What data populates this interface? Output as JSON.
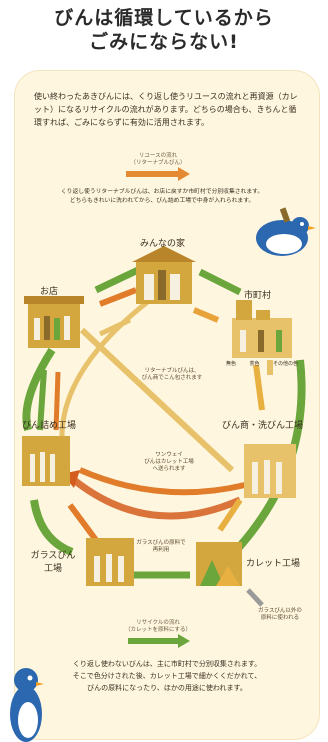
{
  "title": {
    "line1": "びんは循環しているから",
    "line2": "ごみにならない!"
  },
  "intro": "使い終わったあきびんには、くり返し使うリユースの流れと再資源（カレット）になるリサイクルの流れがあります。どちらの場合も、きちんと循環すれば、ごみにならずに有効に活用されます。",
  "legend_reuse": "リユースの流れ\n（リターナブルびん）",
  "reuse_desc": "くり返し使うリターナブルびんは、お店に戻すか市町村で分別収集されます。\nどちらもきれいに洗われてから、びん詰め工場で中身が入れられます。",
  "nodes": {
    "home": "みんなの家",
    "shop": "お店",
    "city": "市町村",
    "bottling": "びん詰め工場",
    "washing": "びん商・洗びん工場",
    "glass": "ガラスびん工場",
    "cullet": "カレット工場"
  },
  "city_sub": [
    "無色",
    "茶色",
    "その他の色"
  ],
  "notes": {
    "returnable": "リターナブルびんは、\nびん商でこん包されます",
    "cullet_in": "ワンウェイ\nびんはカレット工場\nへ送られます",
    "furnace": "ガラスびんの原料で\n再利用",
    "other_use": "ガラスびん以外の\n原料に使われる"
  },
  "legend_recycle": "リサイクルの流れ\n（カレットを原料にする）",
  "bottom": "くり返し使わないびんは、主に市町村で分別収集されます。\nそこで色分けされた後、カレット工場で細かくくだかれて、\nびんの原料になったり、ほかの用途に使われます。",
  "colors": {
    "reuse_arrow": "#e07c2a",
    "recycle_arrow": "#6aa63b",
    "big_ring": "#d45d1e",
    "panel": "#fff6df"
  }
}
